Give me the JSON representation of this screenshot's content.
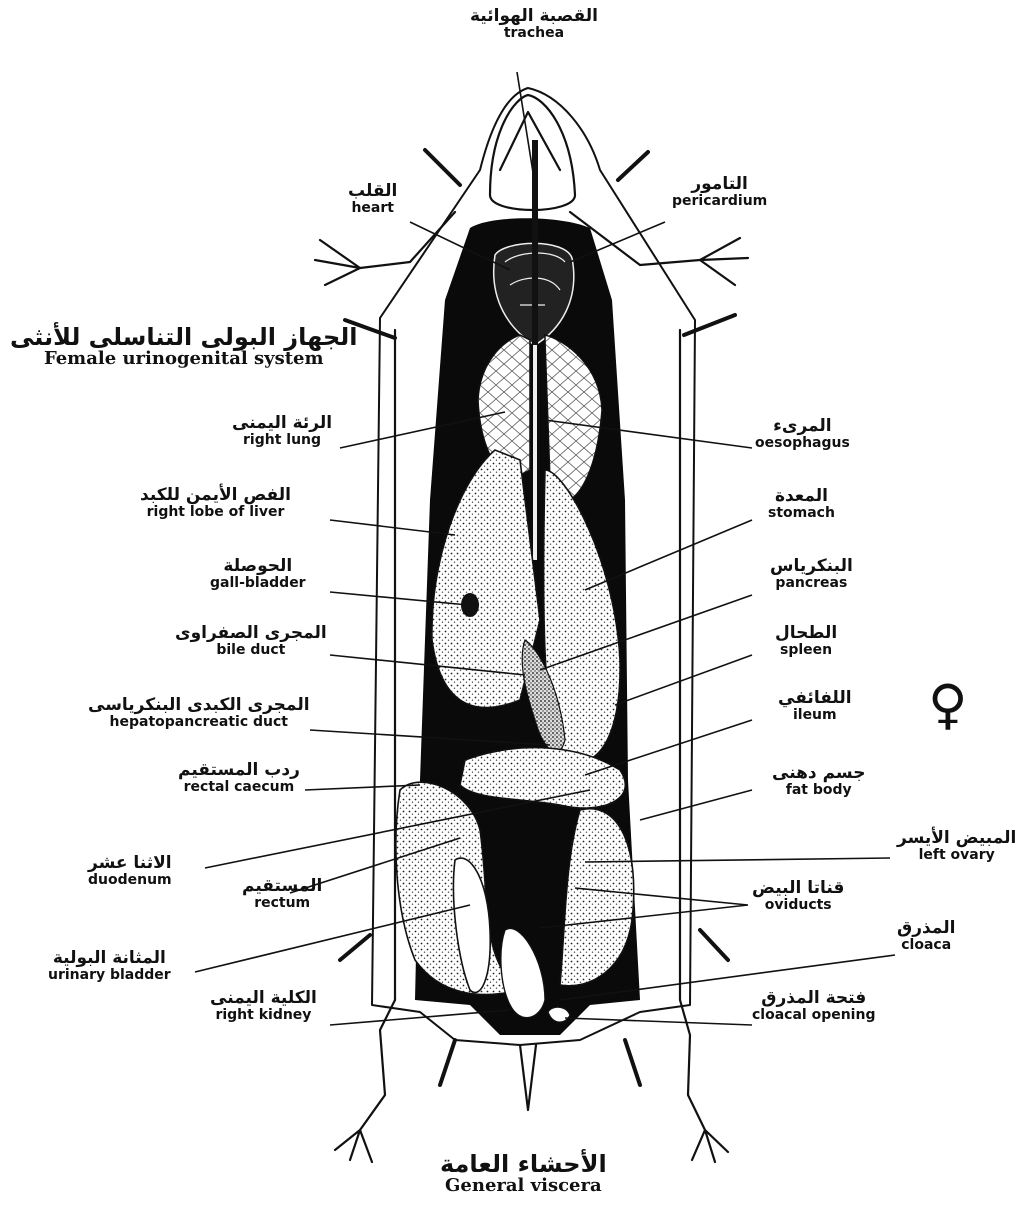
{
  "system_title": {
    "ar": "الجهاز البولى التناسلى للأنثى",
    "en": "Female urinogenital system"
  },
  "bottom_title": {
    "ar": "الأحشاء العامة",
    "en": "General viscera"
  },
  "sex_symbol": "♀",
  "labels": {
    "trachea": {
      "ar": "القصبة الهوائية",
      "en": "trachea"
    },
    "heart": {
      "ar": "القلب",
      "en": "heart"
    },
    "pericardium": {
      "ar": "التامور",
      "en": "pericardium"
    },
    "right_lung": {
      "ar": "الرئة اليمنى",
      "en": "right lung"
    },
    "oesophagus": {
      "ar": "المرىء",
      "en": "oesophagus"
    },
    "liver_lobe": {
      "ar": "الفص الأيمن للكبد",
      "en": "right lobe of liver"
    },
    "stomach": {
      "ar": "المعدة",
      "en": "stomach"
    },
    "gall_bladder": {
      "ar": "الحوصلة",
      "en": "gall-bladder"
    },
    "pancreas": {
      "ar": "البنكرياس",
      "en": "pancreas"
    },
    "bile_duct": {
      "ar": "المجرى الصفراوى",
      "en": "bile duct"
    },
    "spleen": {
      "ar": "الطحال",
      "en": "spleen"
    },
    "hepato_duct": {
      "ar": "المجرى الكبدى البنكرياسى",
      "en": "hepatopancreatic duct"
    },
    "ileum": {
      "ar": "اللفائفي",
      "en": "ileum"
    },
    "rectal_caecum": {
      "ar": "ردب المستقيم",
      "en": "rectal caecum"
    },
    "fat_body": {
      "ar": "جسم دهنى",
      "en": "fat body"
    },
    "left_ovary": {
      "ar": "المبيض الأيسر",
      "en": "left ovary"
    },
    "duodenum": {
      "ar": "الاثنا عشر",
      "en": "duodenum"
    },
    "rectum": {
      "ar": "المستقيم",
      "en": "rectum"
    },
    "oviducts": {
      "ar": "قناتا البيض",
      "en": "oviducts"
    },
    "cloaca": {
      "ar": "المذرق",
      "en": "cloaca"
    },
    "urinary_bladder": {
      "ar": "المثانة البولية",
      "en": "urinary bladder"
    },
    "right_kidney": {
      "ar": "الكلية اليمنى",
      "en": "right kidney"
    },
    "cloacal_opening": {
      "ar": "فتحة المذرق",
      "en": "cloacal opening"
    }
  },
  "colors": {
    "ink": "#111111",
    "paper": "#ffffff",
    "stipple": "#8a8a8a"
  }
}
